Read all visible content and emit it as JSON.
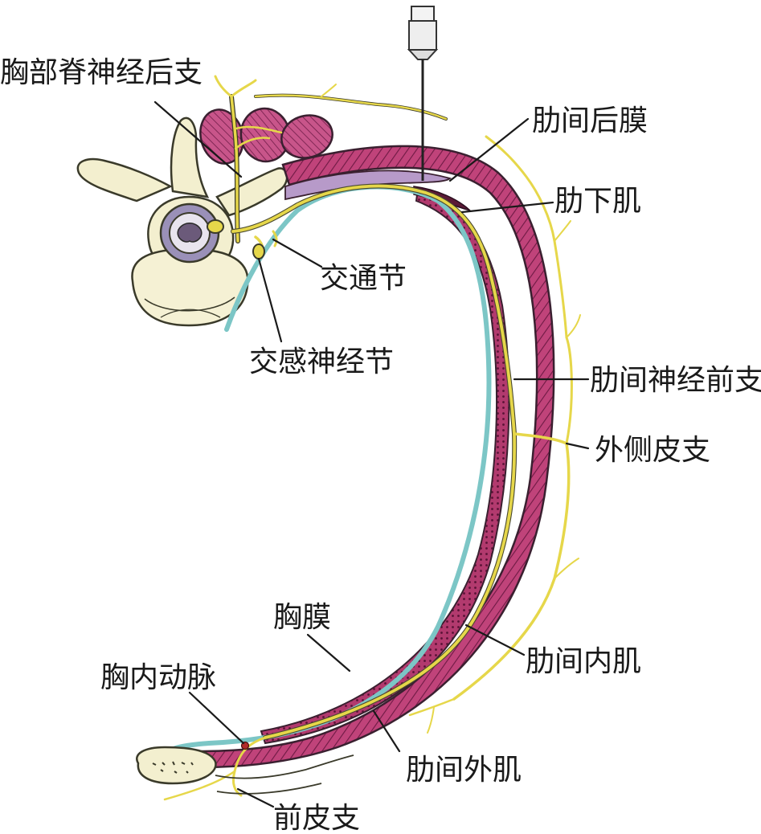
{
  "labels": {
    "thoracic_dorsal_branch": "胸部脊神经后支",
    "posterior_intercostal_membrane": "肋间后膜",
    "subcostal_muscle": "肋下肌",
    "rami_communicantes": "交通节",
    "sympathetic_ganglion": "交感神经节",
    "intercostal_nerve_anterior_branch": "肋间神经前支",
    "lateral_cutaneous_branch": "外侧皮支",
    "pleura": "胸膜",
    "internal_intercostal_muscle": "肋间内肌",
    "internal_thoracic_artery": "胸内动脉",
    "external_intercostal_muscle": "肋间外肌",
    "anterior_cutaneous_branch": "前皮支"
  },
  "colors": {
    "muscle": "#c0437a",
    "muscle_stripe": "#7a1f4a",
    "nerve": "#e6d74a",
    "pleura": "#7cc6c6",
    "bone": "#f3efcf",
    "bone_outline": "#3a3a2a",
    "needle": "#222222",
    "membrane": "#b79ac9"
  }
}
